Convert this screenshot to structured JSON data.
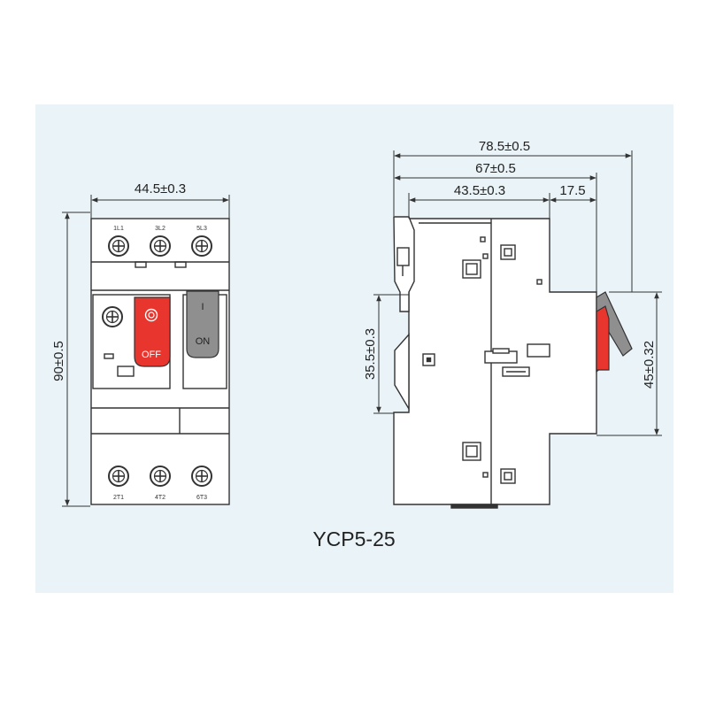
{
  "model": "YCP5-25",
  "colors": {
    "background": "#eaf3f7",
    "off_button": "#e8362f",
    "on_button": "#8f8f8f",
    "line": "#333333"
  },
  "front_view": {
    "width_dim": "44.5±0.3",
    "height_dim": "90±0.5",
    "top_terminals": [
      "1L1",
      "3L2",
      "5L3"
    ],
    "bottom_terminals": [
      "2T1",
      "4T2",
      "6T3"
    ],
    "off_label": "OFF",
    "on_label": "ON",
    "on_symbol": "I"
  },
  "side_view": {
    "overall_depth": "78.5±0.5",
    "body_depth": "67±0.5",
    "front_depth": "43.5±0.3",
    "step_depth": "17.5",
    "rail_height": "35.5±0.3",
    "face_height": "45±0.32"
  }
}
